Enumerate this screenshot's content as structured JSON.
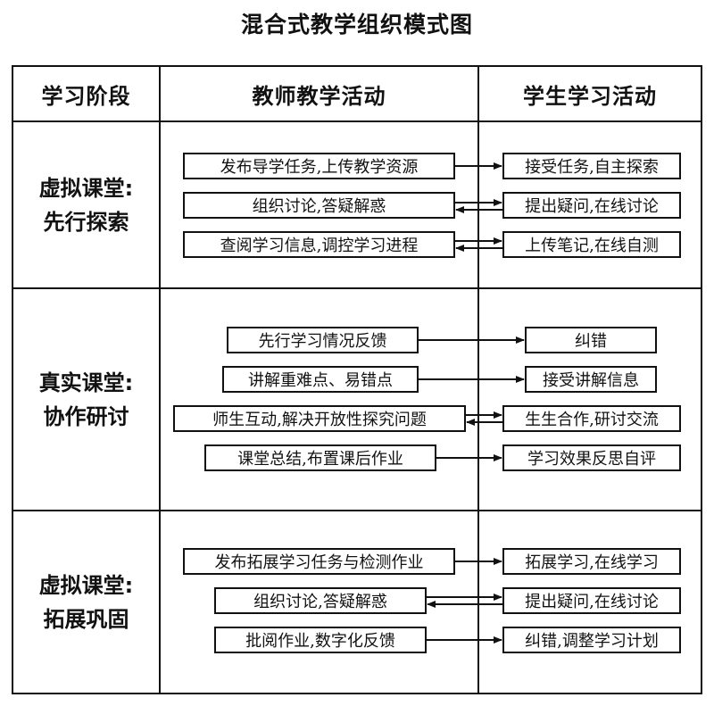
{
  "title": "混合式教学组织模式图",
  "headers": [
    "学习阶段",
    "教师教学活动",
    "学生学习活动"
  ],
  "stages": [
    {
      "label_line1": "虚拟课堂:",
      "label_line2": "先行探索",
      "rows": [
        {
          "teacher": "发布导学任务,上传教学资源",
          "student": "接受任务,自主探索",
          "arrow": "right"
        },
        {
          "teacher": "组织讨论,答疑解惑",
          "student": "提出疑问,在线讨论",
          "arrow": "both"
        },
        {
          "teacher": "查阅学习信息,调控学习进程",
          "student": "上传笔记,在线自测",
          "arrow": "both"
        }
      ]
    },
    {
      "label_line1": "真实课堂:",
      "label_line2": "协作研讨",
      "rows": [
        {
          "teacher": "先行学习情况反馈",
          "student": "纠错",
          "arrow": "right"
        },
        {
          "teacher": "讲解重难点、易错点",
          "student": "接受讲解信息",
          "arrow": "right"
        },
        {
          "teacher": "师生互动,解决开放性探究问题",
          "student": "生生合作,研讨交流",
          "arrow": "both"
        },
        {
          "teacher": "课堂总结,布置课后作业",
          "student": "学习效果反思自评",
          "arrow": "right"
        }
      ]
    },
    {
      "label_line1": "虚拟课堂:",
      "label_line2": "拓展巩固",
      "rows": [
        {
          "teacher": "发布拓展学习任务与检测作业",
          "student": "拓展学习,在线学习",
          "arrow": "right"
        },
        {
          "teacher": "组织讨论,答疑解惑",
          "student": "提出疑问,在线讨论",
          "arrow": "both"
        },
        {
          "teacher": "批阅作业,数字化反馈",
          "student": "纠错,调整学习计划",
          "arrow": "right"
        }
      ]
    }
  ]
}
